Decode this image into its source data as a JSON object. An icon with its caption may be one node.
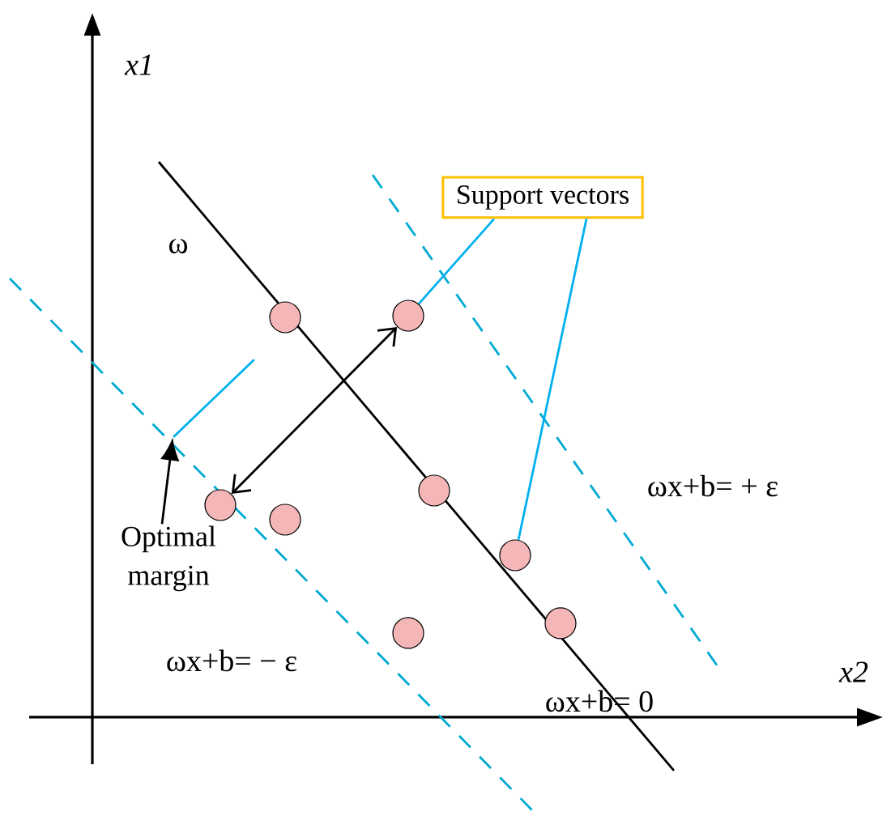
{
  "diagram": {
    "nodes": [
      {
        "text": [
          "Support vectors"
        ]
      },
      {
        "text": [],
        "shape": "circle"
      },
      {
        "text": [],
        "shape": "circle"
      },
      {
        "text": [],
        "shape": "circle"
      },
      {
        "text": [],
        "shape": "circle"
      },
      {
        "text": [],
        "shape": "circle"
      },
      {
        "text": [],
        "shape": "circle"
      },
      {
        "text": [],
        "shape": "circle"
      },
      {
        "text": [],
        "shape": "circle"
      },
      {
        "text": [
          "Optimal margin"
        ]
      },
      {
        "text": [],
        "shape": "bar"
      }
    ],
    "edges": [
      {
        "from": 0,
        "to": 2,
        "arrow": "none",
        "color": "#00b0f0"
      },
      {
        "from": 0,
        "to": 6,
        "arrow": "none",
        "color": "#00b0f0"
      },
      {
        "from": 4,
        "to": 2,
        "arrow": "both",
        "color": "#000000"
      },
      {
        "from": 9,
        "to": 10,
        "arrow": "to",
        "color": "#000000"
      }
    ],
    "labels": [
      "x1",
      "ω",
      "ωx+b= + ε",
      "ωx+b= − ε",
      "x2",
      "ωx+b= 0"
    ]
  }
}
